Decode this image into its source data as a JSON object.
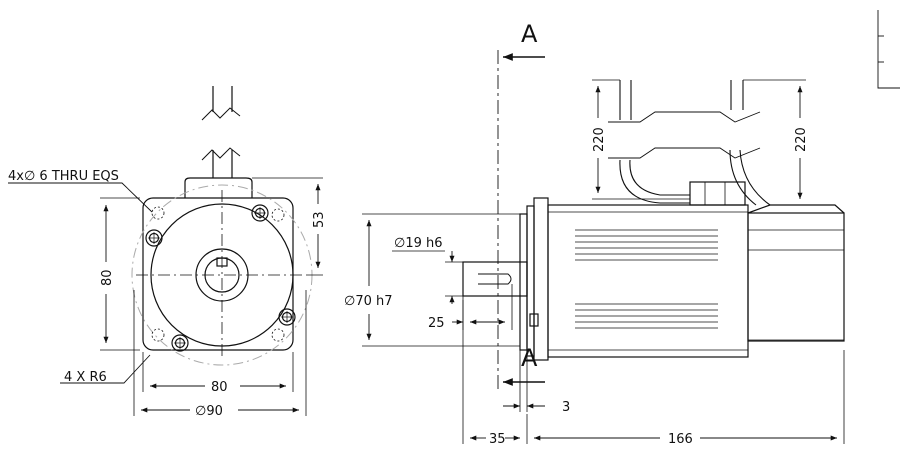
{
  "section_label_top": "A",
  "section_label_bottom": "A",
  "front_view": {
    "holes_label": "4x∅ 6 THRU EQS",
    "radius_label": "4 X R6",
    "width_label": "80",
    "diameter_label": "∅90",
    "height_label": "80",
    "offset_label": "53"
  },
  "side_view": {
    "shaft_label": "∅19 h6",
    "pilot_label": "∅70 h7",
    "key_depth_label": "25",
    "flange_label": "3",
    "shaft_length_label": "35",
    "body_length_label": "166",
    "cable1_label": "220",
    "cable2_label": "220"
  },
  "colors": {
    "line": "#111111",
    "hidden": "#888888",
    "background": "#ffffff"
  }
}
